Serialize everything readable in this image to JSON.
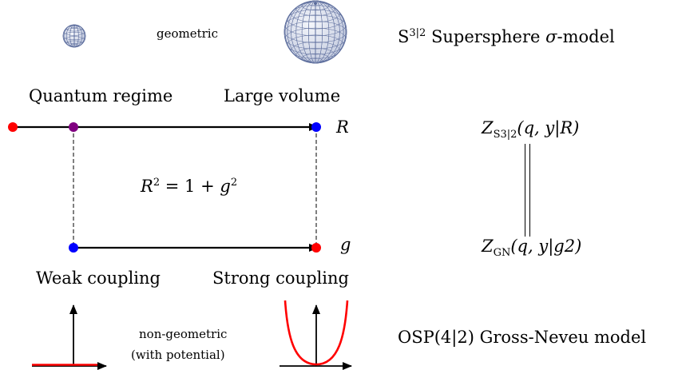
{
  "top_row": {
    "geometric_label": "geometric",
    "supersphere_label": "S3|2 Supersphere σ-model",
    "supersphere_label_parts": {
      "S": "S",
      "sup": "3|2",
      "rest": " Supersphere ",
      "sigma": "σ",
      "tail": "-model"
    }
  },
  "upper_axis": {
    "left_label": "Quantum regime",
    "right_label": "Large volume",
    "variable": "R"
  },
  "relation": {
    "text": "R2 = 1 + g2",
    "parts": {
      "R": "R",
      "exp1": "2",
      "mid": " = 1 + ",
      "g": "g",
      "exp2": "2"
    }
  },
  "lower_axis": {
    "left_label": "Weak coupling",
    "right_label": "Strong coupling",
    "variable": "g"
  },
  "partition_functions": {
    "top": {
      "Z": "Z",
      "sub": "S3|2",
      "args": "(q, y|R)"
    },
    "bottom": {
      "Z": "Z",
      "sub": "GN",
      "args": "(q, y|g2)"
    }
  },
  "bottom_row": {
    "nongeometric_line1": "non-geometric",
    "nongeometric_line2": "(with potential)",
    "gross_neveu_label": "OSP(4|2) Gross-Neveu model"
  },
  "colors": {
    "red": "#ff0000",
    "blue": "#0000ff",
    "purple": "#800080",
    "black": "#000000",
    "sphere_grid": "#5b6c9c"
  },
  "icons": [
    "small-sphere-icon",
    "large-sphere-icon",
    "flat-potential-icon",
    "well-potential-icon"
  ]
}
